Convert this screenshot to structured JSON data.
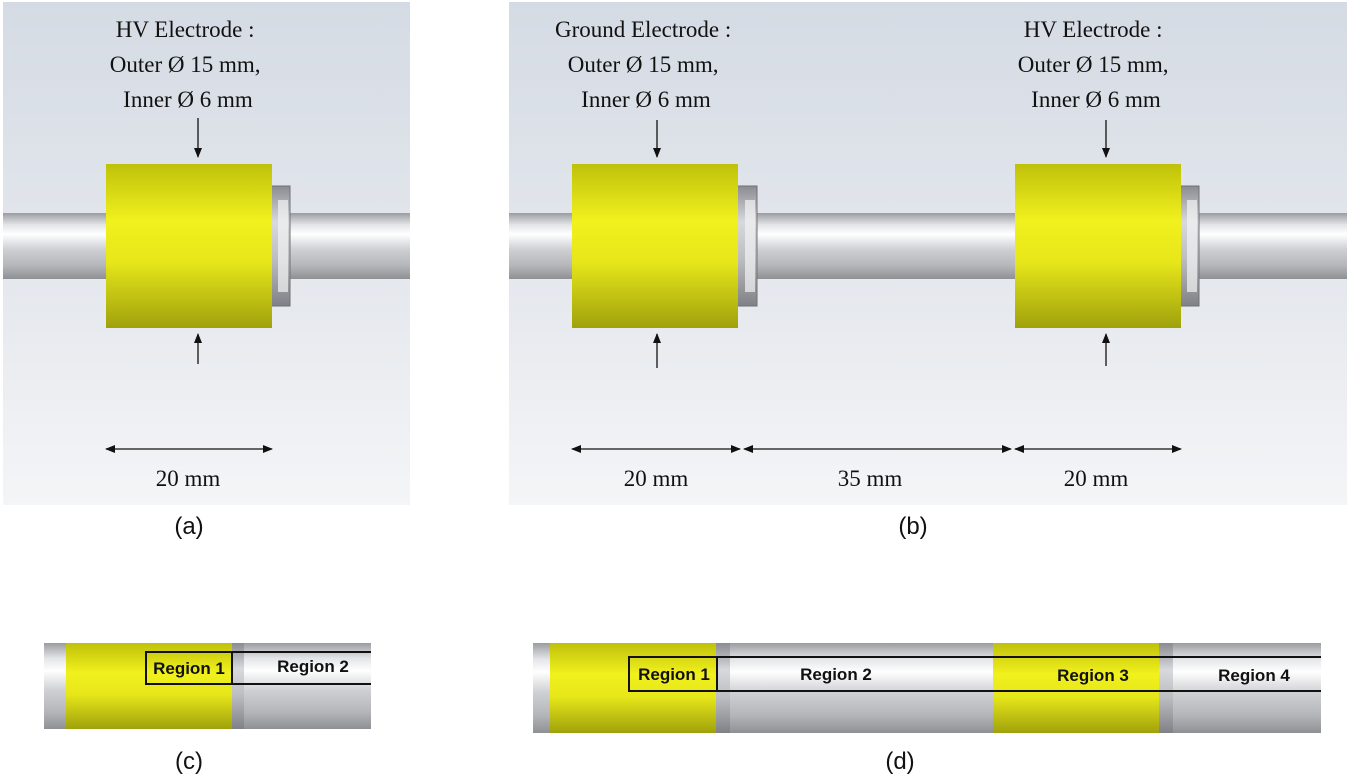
{
  "panel_a": {
    "title_lines": [
      "HV Electrode :",
      "Outer Ø 15 mm,",
      "Inner Ø 6 mm"
    ],
    "dimension": "20 mm",
    "label": "(a)"
  },
  "panel_b": {
    "ground_lines": [
      "Ground Electrode :",
      "Outer Ø 15 mm,",
      "Inner Ø 6 mm"
    ],
    "hv_lines": [
      "HV Electrode :",
      "Outer Ø 15 mm,",
      "Inner Ø 6 mm"
    ],
    "dimensions": [
      "20 mm",
      "35 mm",
      "20 mm"
    ],
    "label": "(b)"
  },
  "panel_c": {
    "regions": [
      "Region 1",
      "Region 2"
    ],
    "label": "(c)"
  },
  "panel_d": {
    "regions": [
      "Region 1",
      "Region 2",
      "Region 3",
      "Region 4"
    ],
    "label": "(d)"
  },
  "colors": {
    "electrode": "#e3e316",
    "background": "#e9ecf1",
    "rod": "#c9cbcf"
  }
}
